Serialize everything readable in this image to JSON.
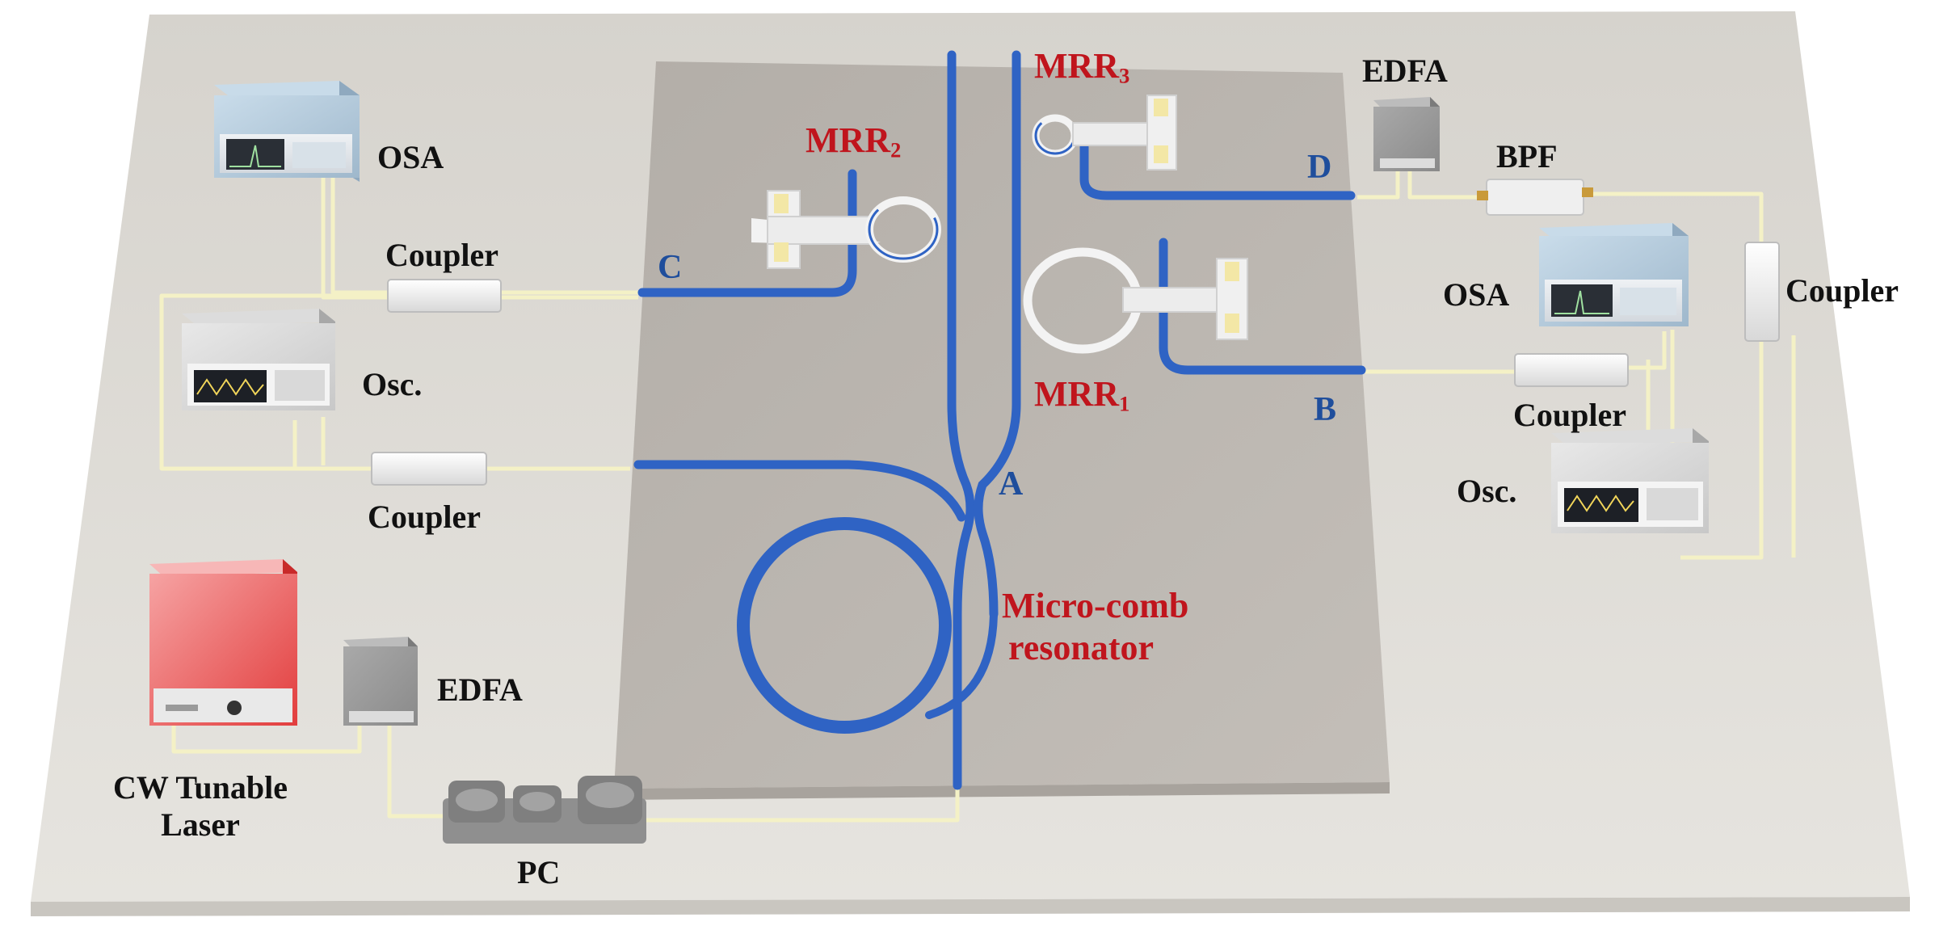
{
  "labels": {
    "osa": "OSA",
    "coupler": "Coupler",
    "osc": "Osc.",
    "edfa": "EDFA",
    "laser_line1": "CW Tunable",
    "laser_line2": "Laser",
    "pc": "PC",
    "bpf": "BPF",
    "mrr": "MRR",
    "mrr1_sub": "1",
    "mrr2_sub": "2",
    "mrr3_sub": "3",
    "microcomb_line1": "Micro-comb",
    "microcomb_line2": "resonator",
    "port_a": "A",
    "port_b": "B",
    "port_c": "C",
    "port_d": "D"
  },
  "colors": {
    "waveguide": "#2f63c4",
    "fiber": "#f4f1c6",
    "label_red": "#c0151d",
    "label_blue": "#1f4e9c",
    "laser": "#e84a4a",
    "board": "#dcd9d3",
    "chip": "#bcb7b1"
  }
}
